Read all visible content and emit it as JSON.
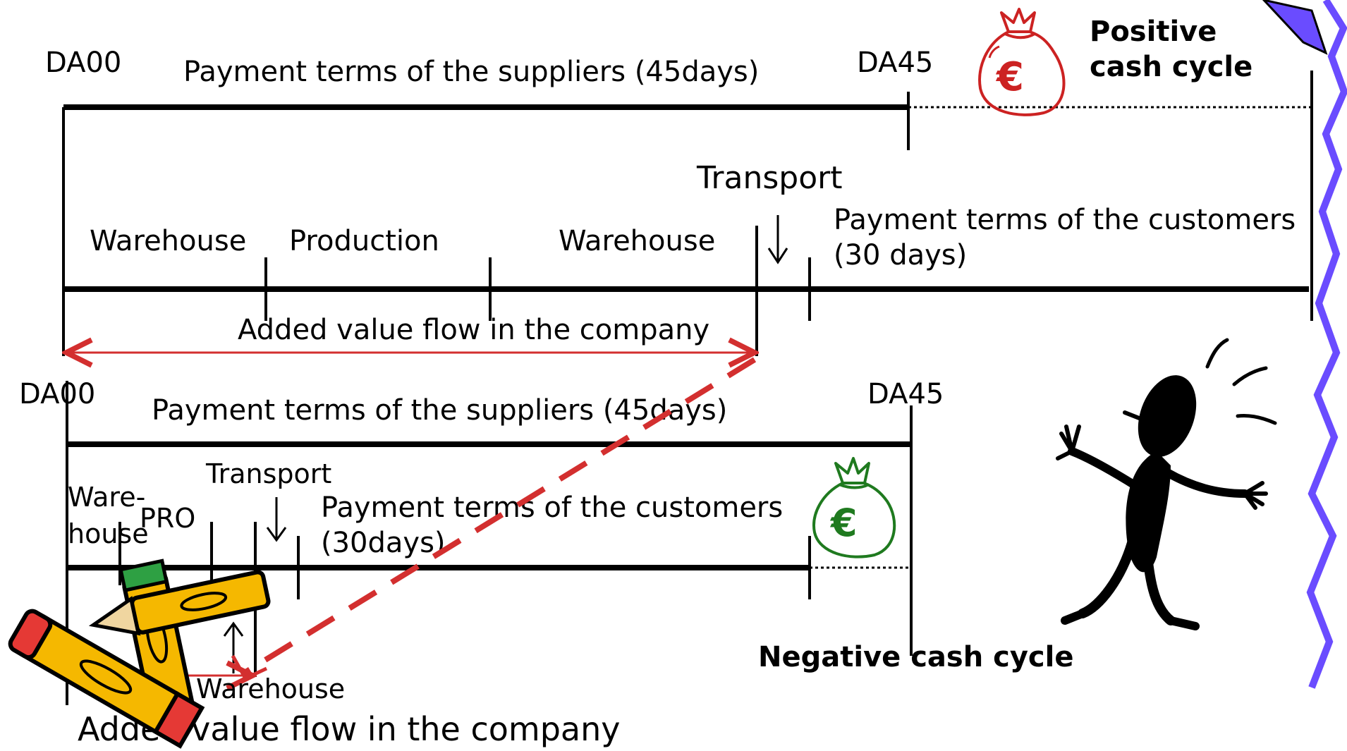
{
  "colors": {
    "line": "#000000",
    "red_arrow": "#d32f2f",
    "dashed_red": "#d32f2f",
    "money_red": "#cc2222",
    "money_green": "#1f7a1f",
    "lightning": "#6a4cff",
    "pencil_body": "#f5b800",
    "pencil_tip_red": "#e53935"
  },
  "top": {
    "da00": "DA00",
    "da45": "DA45",
    "suppliers": "Payment terms of the suppliers (45days)",
    "transport": "Transport",
    "warehouse1": "Warehouse",
    "production": "Production",
    "warehouse2": "Warehouse",
    "customers_line1": "Payment terms of the customers",
    "customers_line2": "(30 days)",
    "added_value": "Added value flow in the company",
    "positive_line1": "Positive",
    "positive_line2": "cash cycle"
  },
  "bottom": {
    "da00": "DA00",
    "da45": "DA45",
    "suppliers": "Payment terms of the suppliers (45days)",
    "transport": "Transport",
    "warehouse_line1": "Ware-",
    "warehouse_line2": "house",
    "pro": "PRO",
    "customers_line1": "Payment terms of the customers",
    "customers_line2": "(30days)",
    "warehouse3": "Warehouse",
    "added_value": "Added value flow in the company",
    "negative": "Negative cash cycle"
  },
  "icons": {
    "money_bag_red": "money-bag-euro-icon",
    "money_bag_green": "money-bag-euro-icon",
    "euro_symbol": "€",
    "stick_figure": "stick-figure-icon",
    "pencils": "pencils-icon",
    "lightning": "lightning-bolt-icon"
  }
}
